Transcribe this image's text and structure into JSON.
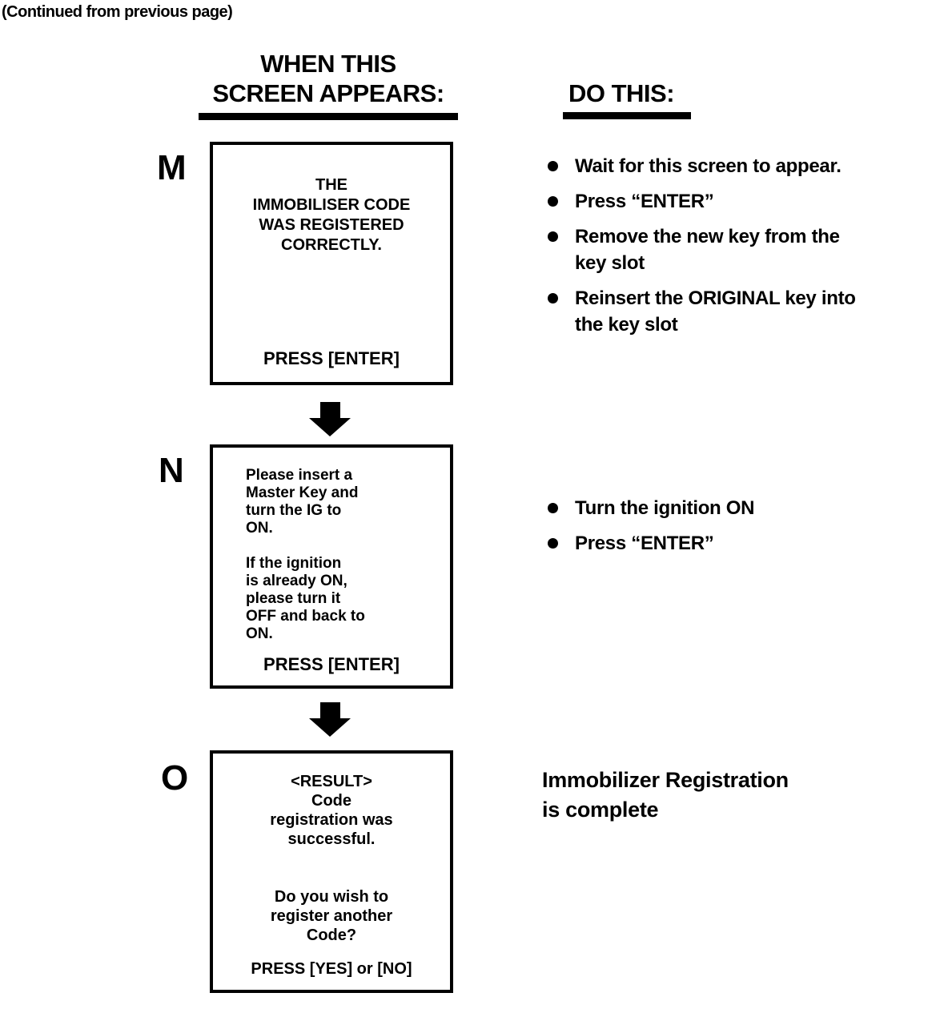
{
  "page": {
    "continued_note": "(Continued from previous page)",
    "left_column_header": "WHEN THIS\nSCREEN APPEARS:",
    "right_column_header": "DO THIS:"
  },
  "steps": [
    {
      "label": "M",
      "screen_text": "THE\nIMMOBILISER CODE\nWAS REGISTERED\nCORRECTLY.",
      "screen_footer": "PRESS [ENTER]",
      "instructions": [
        "Wait for this screen to appear.",
        "Press “ENTER”",
        "Remove the new key from the\nkey slot",
        "Reinsert the ORIGINAL key into\nthe key slot"
      ]
    },
    {
      "label": "N",
      "screen_text": "Please insert a\nMaster Key and\nturn the IG to\nON.\n\nIf the ignition\nis already ON,\nplease turn it\nOFF and back to\nON.",
      "screen_footer": "PRESS [ENTER]",
      "instructions": [
        "Turn the ignition ON",
        "Press “ENTER”"
      ]
    },
    {
      "label": "O",
      "screen_text": "<RESULT>\nCode\nregistration was\nsuccessful.\n\n\nDo you wish to\nregister another\nCode?",
      "screen_footer": "PRESS [YES] or [NO]",
      "note": "Immobilizer Registration\nis complete"
    }
  ]
}
